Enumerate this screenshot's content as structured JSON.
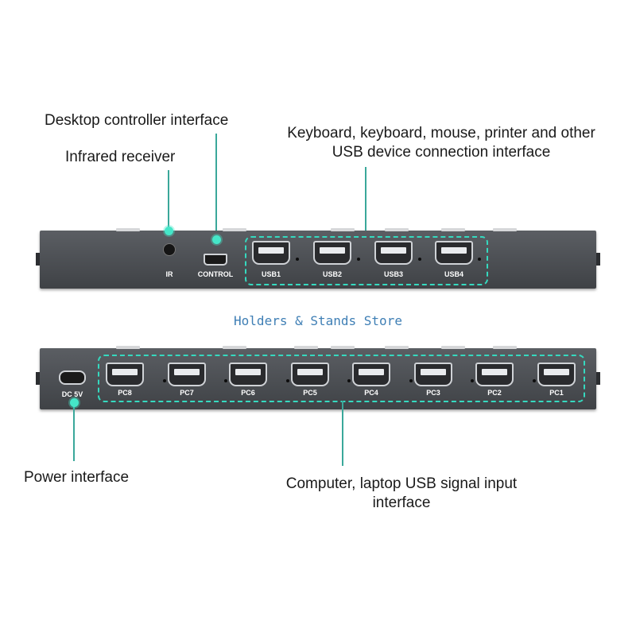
{
  "callouts": {
    "desktop_controller": "Desktop controller interface",
    "infrared_receiver": "Infrared receiver",
    "usb_device_line1": "Keyboard, keyboard, mouse, printer and other",
    "usb_device_line2": "USB device connection interface",
    "power": "Power interface",
    "computer_line1": "Computer, laptop USB signal input",
    "computer_line2": "interface"
  },
  "front_panel": {
    "ir_label": "IR",
    "control_label": "CONTROL",
    "usb_ports": [
      "USB1",
      "USB2",
      "USB3",
      "USB4"
    ]
  },
  "back_panel": {
    "power_label": "DC 5V",
    "pc_ports": [
      "PC8",
      "PC7",
      "PC6",
      "PC5",
      "PC4",
      "PC3",
      "PC2",
      "PC1"
    ]
  },
  "watermark": "Holders & Stands Store",
  "colors": {
    "accent": "#35d9bf",
    "panel": "#4a4d52",
    "leader_line": "#3aa89a"
  }
}
